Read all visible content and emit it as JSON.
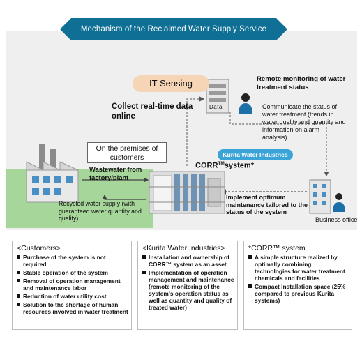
{
  "banner": {
    "title": "Mechanism of the Reclaimed Water Supply Service",
    "color": "#0f6f94"
  },
  "diagram": {
    "it_sensing": "IT Sensing",
    "collect": "Collect real-time data online",
    "data_label": "Data",
    "remote_monitoring": "Remote monitoring of water treatment status",
    "communicate": "Communicate the status of water treatment (trends in water quality and quantity and information on alarm analysis)",
    "premises": "On the premises of customers",
    "kurita_tag": "Kurita Water Industries",
    "corr_system": "CORR",
    "corr_tm": "TM",
    "corr_suffix": "system*",
    "wastewater": "Wastewater from factory/plant",
    "recycled": "Recycled water supply (with guaranteed water quantity and quality)",
    "implement": "Implement optimum maintenance tailored to the status of the system",
    "business_office": "Business office",
    "colors": {
      "premises_area": "#a7d69b",
      "it_sensing_bg": "#f6d5b6",
      "kurita_tag": "#3aa3d8",
      "person": "#1d6fa8"
    }
  },
  "boxes": {
    "customers": {
      "title": "<Customers>",
      "items": [
        "Purchase of the system is not required",
        "Stable operation of the system",
        "Removal of operation management and maintenance labor",
        "Reduction of water utility cost",
        "Solution to the shortage of human resources involved in water treatment"
      ]
    },
    "kurita": {
      "title": "<Kurita Water Industries>",
      "items": [
        "Installation and ownership of CORR™ system as an asset",
        "Implementation of operation management and maintenance (remote monitoring of the system's operation status as well as quantity and quality of treated water)"
      ]
    },
    "corr": {
      "title": "*CORR™ system",
      "items": [
        "A simple structure realized by optimally combining technologies for water treatment chemicals and facilities",
        "Compact installation space (25% compared to previous Kurita systems)"
      ]
    }
  }
}
